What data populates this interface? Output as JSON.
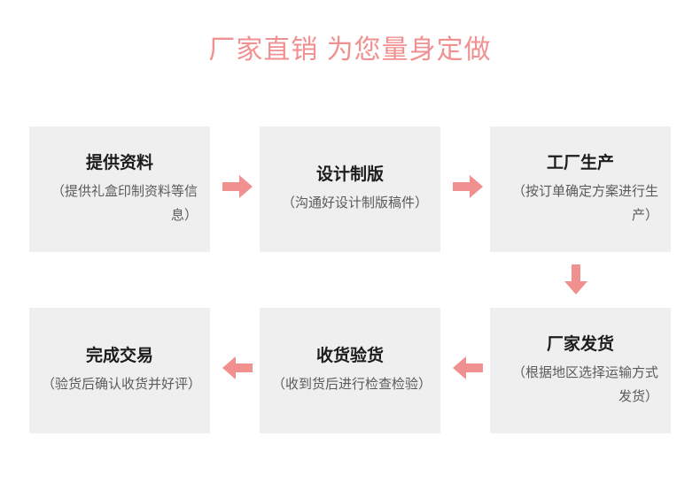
{
  "heading": {
    "text": "厂家直销 为您量身定做",
    "color": "#f09090"
  },
  "theme": {
    "box_background": "#efefef",
    "arrow_color": "#f0908f",
    "title_text_color": "#1c1c1c",
    "desc_text_color": "#5b5b5b",
    "page_background": "#ffffff"
  },
  "steps": [
    {
      "id": "step-1",
      "order": 1,
      "title": "提供资料",
      "description": "（提供礼盒印制资料等信息）"
    },
    {
      "id": "step-2",
      "order": 2,
      "title": "设计制版",
      "description": "（沟通好设计制版稿件）"
    },
    {
      "id": "step-3",
      "order": 3,
      "title": "工厂生产",
      "description": "（按订单确定方案进行生产）"
    },
    {
      "id": "step-4",
      "order": 4,
      "title": "厂家发货",
      "description": "（根据地区选择运输方式发货）"
    },
    {
      "id": "step-5",
      "order": 5,
      "title": "收货验货",
      "description": "（收到货后进行检查检验）"
    },
    {
      "id": "step-6",
      "order": 6,
      "title": "完成交易",
      "description": "（验货后确认收货并好评）"
    }
  ],
  "arrows": [
    {
      "id": "arrow-1",
      "icon": "arrow-right-icon",
      "direction": "right",
      "from": "step-1",
      "to": "step-2"
    },
    {
      "id": "arrow-2",
      "icon": "arrow-right-icon",
      "direction": "right",
      "from": "step-2",
      "to": "step-3"
    },
    {
      "id": "arrow-3",
      "icon": "arrow-down-icon",
      "direction": "down",
      "from": "step-3",
      "to": "step-4"
    },
    {
      "id": "arrow-4",
      "icon": "arrow-left-icon",
      "direction": "left",
      "from": "step-5",
      "to": "step-6"
    },
    {
      "id": "arrow-5",
      "icon": "arrow-left-icon",
      "direction": "left",
      "from": "step-4",
      "to": "step-5"
    }
  ]
}
